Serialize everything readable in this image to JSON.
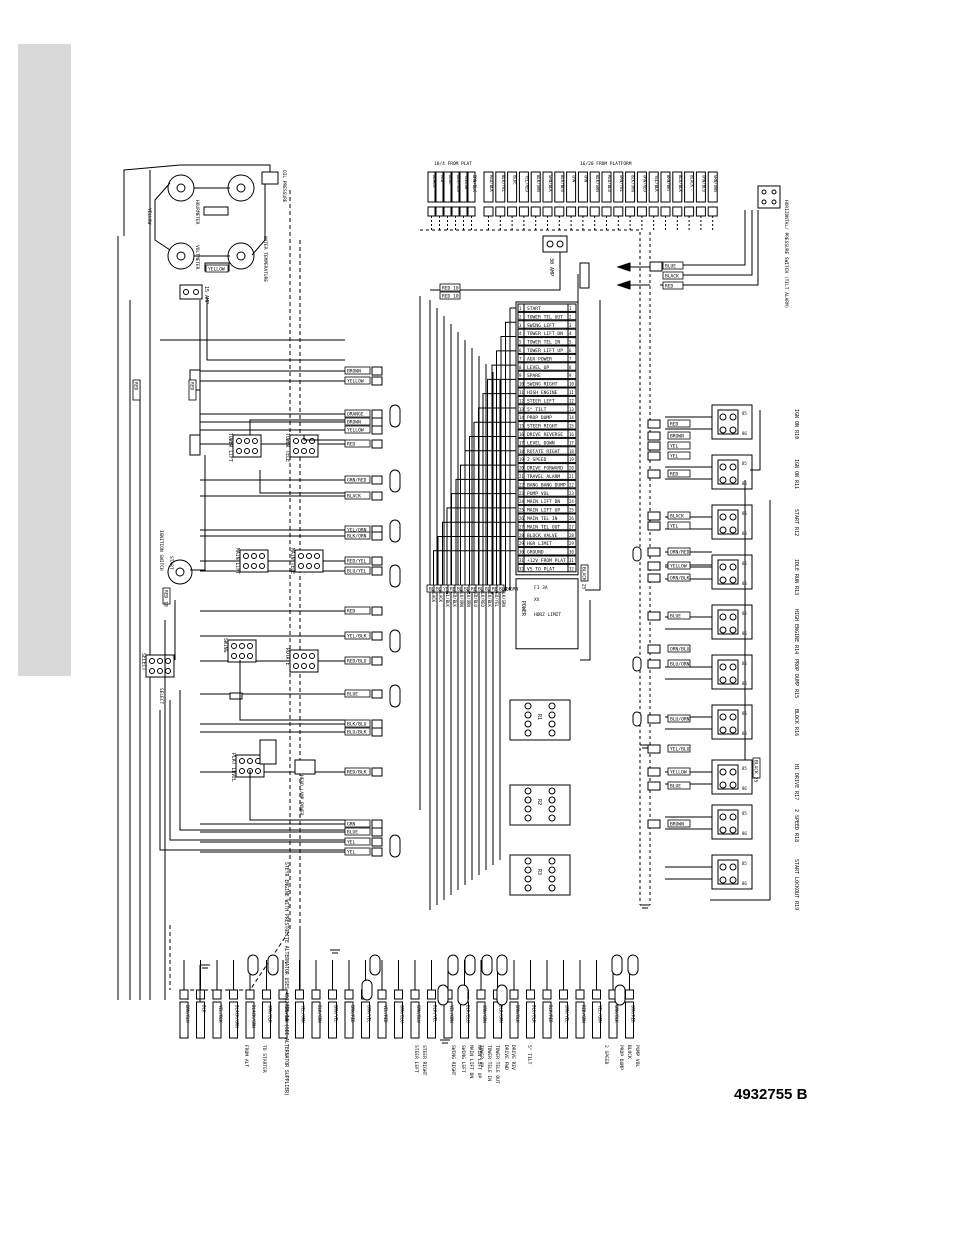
{
  "document": {
    "number": "4932755 B"
  },
  "headers": {
    "from_plat": "10/4 FROM PLAT",
    "from_platform": "16/20 FROM PLATFORM",
    "switch_note": "HORIZONTAL/ PRESSURE SWITCH (TILT ALARM)"
  },
  "gauges": {
    "hourmeter": "HOURMETER",
    "oil_pressure": "OIL PRESSURE",
    "voltmeter": "VOLTMETER",
    "water_temp": "WATER TEMPERATURE",
    "fuse15": "15 AMP",
    "fuse30": "30 AMP"
  },
  "panel_labels": {
    "tower_lift": "TOWER LIFT",
    "tower_tele": "TOWER TELE",
    "main_lift": "MAIN LIFT",
    "main_tele": "MAIN TELE",
    "swing": "SWING",
    "rotate": "ROTATE",
    "plat_level": "PLAT LEVEL",
    "select": "SELECT",
    "ignition": "IGNITION SWITCH",
    "start": "START",
    "head_lamp": "HEAD LAMP POWER"
  },
  "terminal_strip": [
    "START",
    "TOWER TEL OUT",
    "SWING LEFT",
    "TOWER LIFT DN",
    "TOWER TEL IN",
    "TOWER LIFT UP",
    "AUX POWER",
    "LEVEL UP",
    "SPARE",
    "SWING RIGHT",
    "HIGH ENGINE",
    "STEER LEFT",
    "5° TILT",
    "PROP DUMP",
    "STEER RIGHT",
    "DRIVE REVERSE",
    "LEVEL DOWN",
    "ROTATE RIGHT",
    "2 SPEED",
    "DRIVE FORWARD",
    "TRAVEL ALARM",
    "BANG BANG DUMP",
    "PUMP VOL",
    "MAIN LIFT DN",
    "MAIN LIFT UP",
    "MAIN TEL IN",
    "MAIN TEL OUT",
    "BLOCK VALVE",
    "HGR LIMIT",
    "GROUND",
    "+12V FROM PLAT",
    "VS TO PLAT"
  ],
  "relays": [
    {
      "id": "ign_on",
      "label": "IGN ON R10"
    },
    {
      "id": "ign_on2",
      "label": "IGN ON R11"
    },
    {
      "id": "start",
      "label": "START R12"
    },
    {
      "id": "idle",
      "label": "IDLE RUN R13"
    },
    {
      "id": "high",
      "label": "HIGH ENGINE R14"
    },
    {
      "id": "prop",
      "label": "PROP DUMP R15"
    },
    {
      "id": "block",
      "label": "BLOCK R16"
    },
    {
      "id": "hi_drive",
      "label": "HI DRIVE R17"
    },
    {
      "id": "two_speed",
      "label": "2 SPEED R18"
    },
    {
      "id": "start_lockout",
      "label": "START LOCKOUT R19"
    }
  ],
  "right_wires": [
    "RED",
    "BROWN",
    "YEL",
    "YEL",
    "RED",
    "BLACK",
    "YEL",
    "ORN/RED",
    "YELLOW",
    "ORN/BLK",
    "BLUE",
    "ORN/BLU",
    "BLU/ORN",
    "BLU/ORN",
    "YEL/BLU",
    "YELLOW",
    "BLUE",
    "BROWN"
  ],
  "left_wires": [
    "BROWN",
    "YELLOW",
    "ORANGE",
    "BROWN",
    "YELLOW",
    "RED",
    "GRN/RED",
    "BLACK",
    "YEL/ORN",
    "BLK/ORN",
    "RED/YEL",
    "BLU/YEL",
    "RED",
    "YEL/BLK",
    "RED/BLU",
    "BLUE",
    "BLK/BLU",
    "BLU/BLK",
    "RED/BLK",
    "GRN",
    "BLUE",
    "YEL",
    "YEL"
  ],
  "bottom_wires": [
    "BRN/BLU",
    "BLK",
    "YEL/BLK",
    "BLACK/GRN",
    "BLACK/GRN",
    "ORN/BLK",
    "GRN/BLK",
    "YEL/ORN",
    "BLK/ORN",
    "BRN/YEL",
    "BRN/RED",
    "ORN/YEL",
    "YEL/RED",
    "ORN/BLU",
    "GRN/BLU",
    "BLK/YEL",
    "YEL/GRN",
    "BLK/BLU",
    "ORN/GRN",
    "BLK/GRN",
    "BRN/BLK",
    "BLU/BLK",
    "BLK/RED",
    "GRN/YEL",
    "RED/GRN",
    "YEL/GRN",
    "GRN/BLK",
    "ORN/RED"
  ],
  "bottom_labels": [
    "FROM ALT",
    "TO STARTER",
    "STEER LEFT",
    "STEER RIGHT",
    "MAIN LIFT DN",
    "MAIN LIFT UP",
    "SWING RIGHT",
    "SWING LEFT",
    "TOWER UP",
    "TOWER TELE IN",
    "TOWER TELE OUT",
    "DRIVE FWD",
    "DRIVE REV",
    "5° TILT",
    "PROP DUMP",
    "BLOCK",
    "PUMP VOL",
    "2 SPEED"
  ],
  "note": "STEYR ENGINE WITH PRESTOLITE ALTERNATOR USES 4932755-14 (SEE ALTERNATOR SUPPLIER)",
  "top_wires": [
    "BLACK",
    "RED",
    "BLUE",
    "BLK/RED",
    "YELLOW",
    "BRN/BLK",
    "RED/BLK",
    "BLK/YEL",
    "BLUE",
    "YEL/RED",
    "BLK/ORN",
    "GRN/BLK",
    "BLK/BLU",
    "GRN",
    "ORN",
    "BLK/GRN",
    "RED/BLU",
    "GRN/YEL",
    "BLK/ORN",
    "ORN/RED",
    "YEL/BLK",
    "BRN/WHT",
    "BLU/BLK",
    "BLACK",
    "GRN/BLU",
    "GRN/ORN"
  ]
}
